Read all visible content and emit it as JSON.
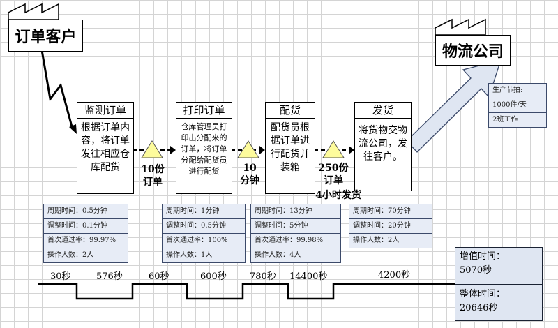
{
  "customer": {
    "label": "订单客户"
  },
  "logistics": {
    "label": "物流公司"
  },
  "processes": [
    {
      "title": "监测订单",
      "body": "根据订单内容，将订单发往相应仓库配货"
    },
    {
      "title": "打印订单",
      "body": "仓库管理员打印出分配来的订单，将订单分配给配货员进行配货"
    },
    {
      "title": "配货",
      "body": "配货员根据订单进行配货并装箱"
    },
    {
      "title": "发货",
      "body": "将货物交物流公司，发往客户。"
    }
  ],
  "inventories": [
    {
      "line1": "10份",
      "line2": "订单"
    },
    {
      "line1": "10",
      "line2": "分钟"
    },
    {
      "line1": "250份",
      "line2": "订单"
    }
  ],
  "ship_note": "4小时发货",
  "takt": {
    "rows": [
      "生产节拍:",
      "1000件/天",
      "2班工作"
    ]
  },
  "data_boxes": [
    [
      "周期时间：0.5分钟",
      "调整时间：0.1分钟",
      "首次通过率：99.97%",
      "操作人数：2人"
    ],
    [
      "周期时间：1分钟",
      "调整时间：0.5分钟",
      "首次通过率：100%",
      "操作人数：1人"
    ],
    [
      "周期时间：13分钟",
      "调整时间：5分钟",
      "首次通过率：99.98%",
      "操作人数：4人"
    ],
    [
      "周期时间：70分钟",
      "调整时间：20分钟",
      "操作人数：2人"
    ]
  ],
  "timeline": [
    "30秒",
    "576秒",
    "60秒",
    "600秒",
    "780秒",
    "14400秒",
    "4200秒"
  ],
  "summary": {
    "value_added_label": "增值时间：",
    "value_added_value": "5070秒",
    "total_label": "整体时间：",
    "total_value": "20646秒"
  }
}
